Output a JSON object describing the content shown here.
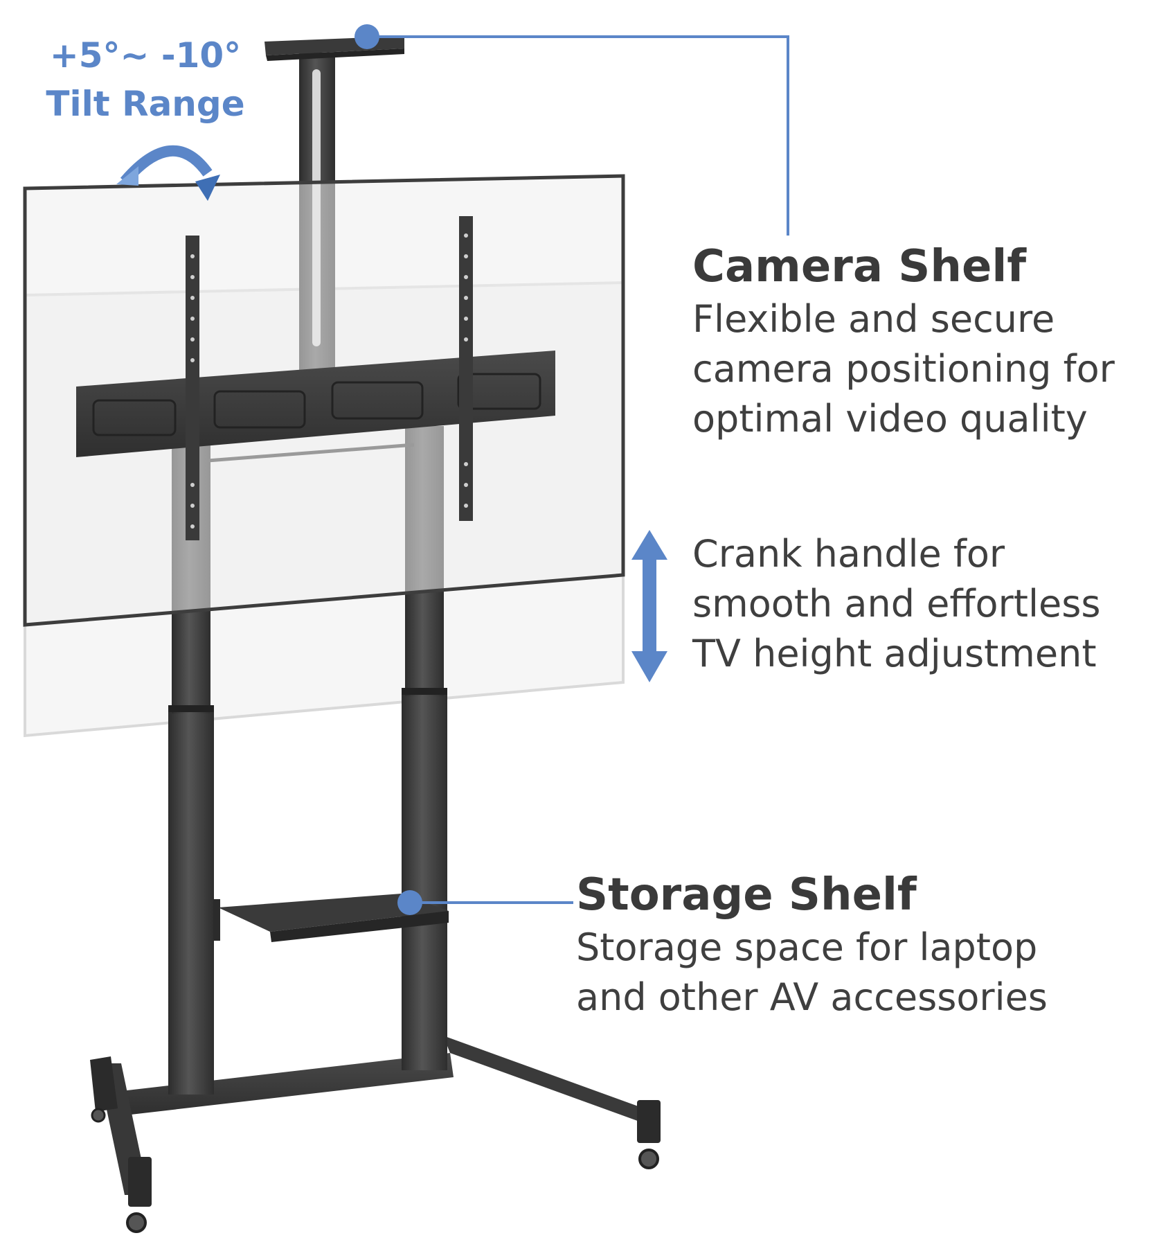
{
  "tilt": {
    "range": "+5°~ -10°",
    "label": "Tilt Range"
  },
  "camera_shelf": {
    "title": "Camera Shelf",
    "lines": [
      "Flexible and secure",
      "camera positioning for",
      "optimal video quality"
    ]
  },
  "crank": {
    "lines": [
      "Crank handle for",
      "smooth and effortless",
      "TV height adjustment"
    ]
  },
  "storage_shelf": {
    "title": "Storage Shelf",
    "lines": [
      "Storage space for laptop",
      "and other AV accessories"
    ]
  },
  "colors": {
    "accent": "#5b86c8",
    "stand": "#3d3d3d",
    "screen": "#f1f1f1",
    "text": "#3b3b3b"
  }
}
